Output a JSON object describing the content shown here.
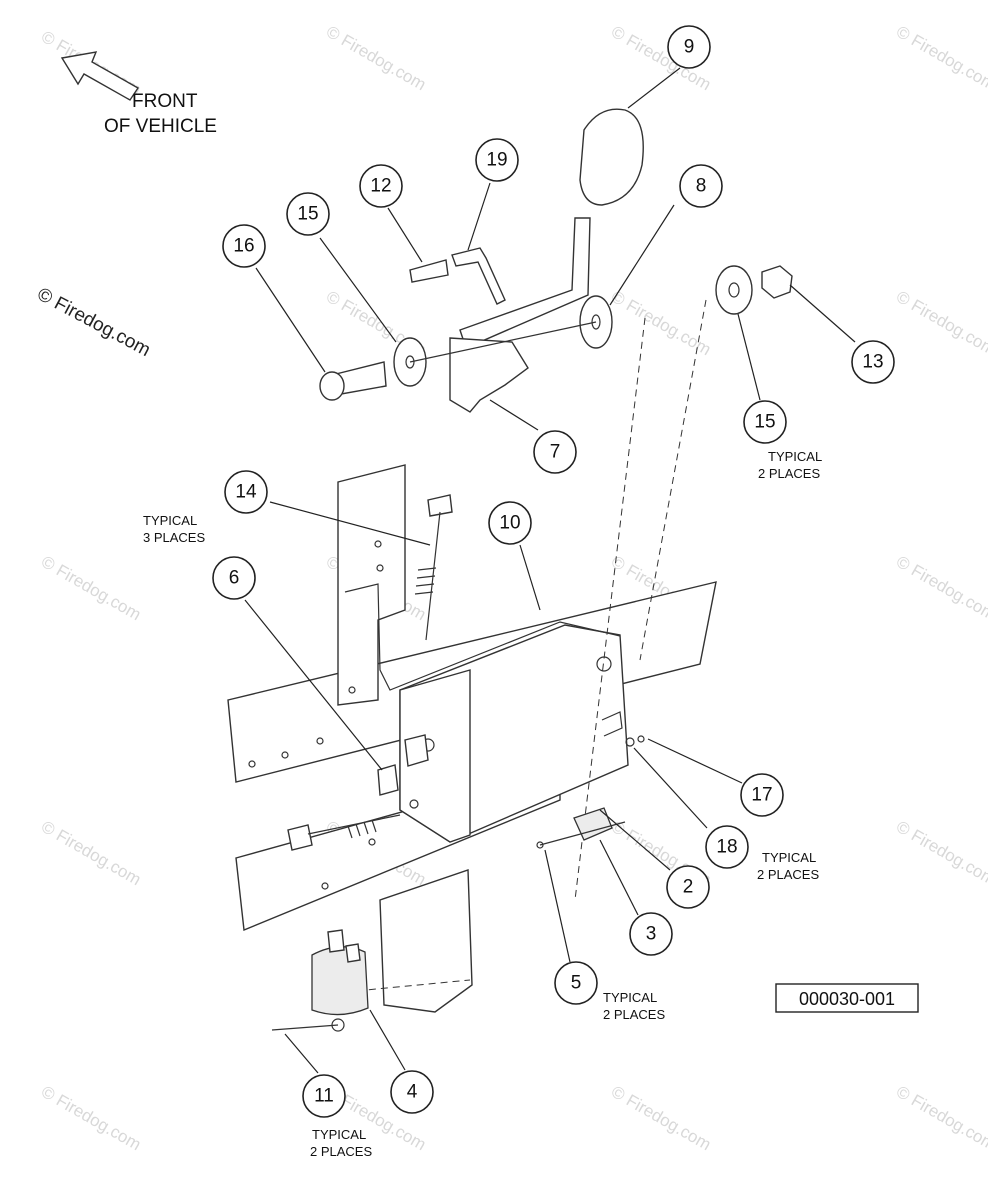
{
  "orientation": {
    "label_line1": "FRONT",
    "label_line2": "OF VEHICLE"
  },
  "copyright": "© Firedog.com",
  "watermark": "© Firedog.com",
  "reference_number": "000030-001",
  "notes": {
    "n14": {
      "line1": "TYPICAL",
      "line2": "3 PLACES"
    },
    "n15": {
      "line1": "TYPICAL",
      "line2": "2 PLACES"
    },
    "n18": {
      "line1": "TYPICAL",
      "line2": "2 PLACES"
    },
    "n5": {
      "line1": "TYPICAL",
      "line2": "2 PLACES"
    },
    "n11": {
      "line1": "TYPICAL",
      "line2": "2 PLACES"
    }
  },
  "callouts": {
    "c9": "9",
    "c8": "8",
    "c19": "19",
    "c12": "12",
    "c15a": "15",
    "c16": "16",
    "c7": "7",
    "c13": "13",
    "c15b": "15",
    "c14": "14",
    "c10": "10",
    "c6": "6",
    "c17": "17",
    "c18": "18",
    "c2": "2",
    "c3": "3",
    "c5": "5",
    "c4": "4",
    "c11": "11"
  }
}
